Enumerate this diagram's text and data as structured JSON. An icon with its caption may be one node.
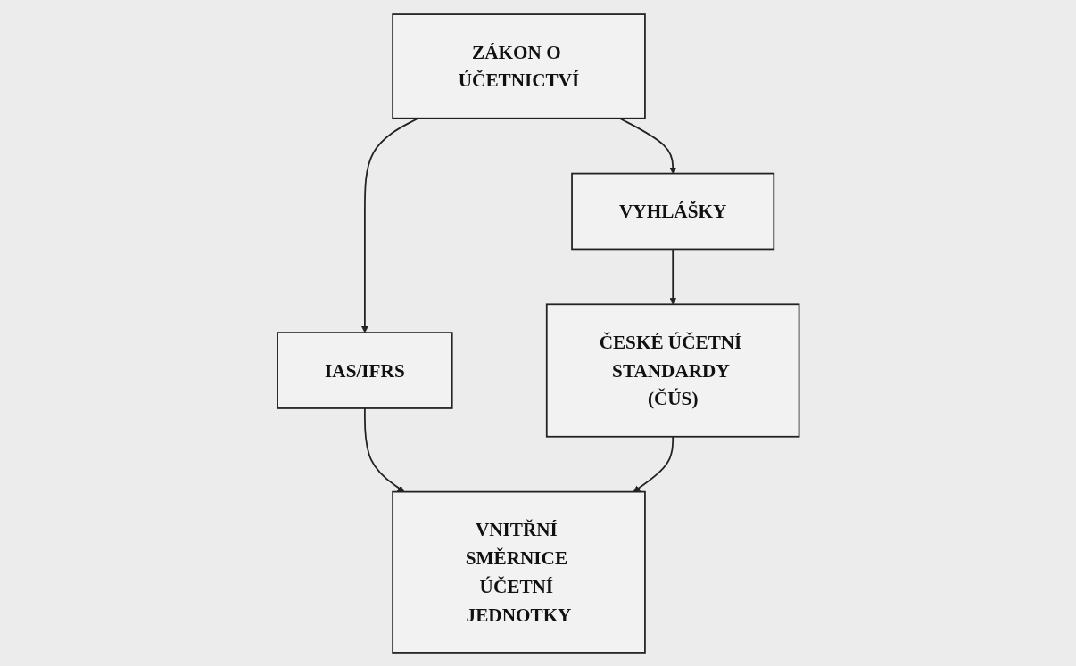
{
  "diagram": {
    "nodes": [
      {
        "text": [
          "ZÁKON O ÚČETNICTVÍ"
        ]
      },
      {
        "text": [
          "VYHLÁŠKY"
        ]
      },
      {
        "text": [
          "IAS/IFRS"
        ]
      },
      {
        "text": [
          "ČESKÉ ÚČETNÍ STANDARDY (ČÚS)"
        ]
      },
      {
        "text": [
          "VNITŘNÍ SMĚRNICE ÚČETNÍ JEDNOTKY"
        ]
      }
    ],
    "edges": [
      {
        "from": 0,
        "to": 1,
        "arrow": "to"
      },
      {
        "from": 0,
        "to": 2,
        "arrow": "to"
      },
      {
        "from": 1,
        "to": 3,
        "arrow": "to"
      },
      {
        "from": 2,
        "to": 4,
        "arrow": "to"
      },
      {
        "from": 3,
        "to": 4,
        "arrow": "to"
      }
    ]
  }
}
